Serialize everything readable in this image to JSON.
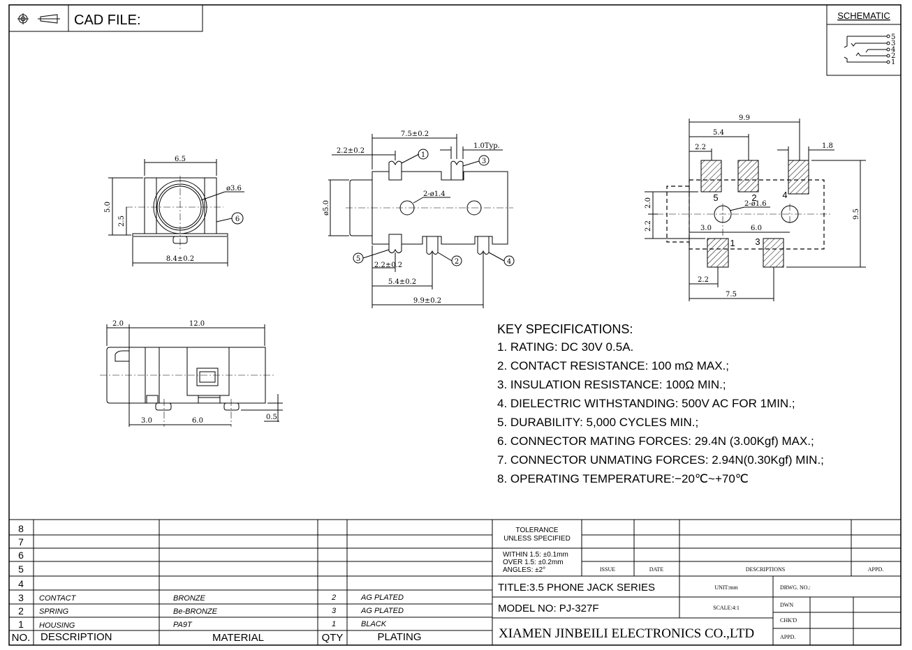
{
  "header": {
    "cad_file_label": "CAD FILE:",
    "schematic_label": "SCHEMATIC",
    "schematic_pins": [
      "5",
      "3",
      "4",
      "2",
      "1"
    ]
  },
  "front_view": {
    "width": "6.5",
    "height": "5.0",
    "center_height": "2.5",
    "bore": "ø3.6",
    "base_width": "8.4±0.2",
    "balloon": "6"
  },
  "side_view": {
    "dim_pin_span": "7.5±0.2",
    "dim_first_pin": "2.2±0.2",
    "dim_pin_width": "1.0Typ.",
    "dim_diameter": "ø5.0",
    "holes": "2-ø1.4",
    "dim_bottom_first": "2.2±0.2",
    "dim_bottom_mid": "5.4±0.2",
    "dim_bottom_total": "9.9±0.2",
    "balloons": [
      "1",
      "3",
      "5",
      "2",
      "4"
    ]
  },
  "footprint": {
    "dim_total": "9.9",
    "dim_mid": "5.4",
    "dim_first": "2.2",
    "dim_pad": "1.8",
    "dim_height": "9.5",
    "dim_upper": "2.0",
    "dim_lower": "2.2",
    "dim_hole_offset": "3.0",
    "dim_hole_pitch": "6.0",
    "holes": "2-ø1.6",
    "dim_bottom_first": "2.2",
    "dim_bottom_second": "7.5",
    "pad_labels": [
      "5",
      "2",
      "4",
      "1",
      "3"
    ]
  },
  "bottom_view": {
    "dim_nose": "2.0",
    "dim_length": "12.0",
    "dim_first": "3.0",
    "dim_pitch": "6.0",
    "dim_standoff": "0.5"
  },
  "specs": {
    "title": "KEY SPECIFICATIONS:",
    "items": [
      "1. RATING: DC 30V 0.5A.",
      "2. CONTACT RESISTANCE: 100 mΩ MAX.;",
      "3. INSULATION RESISTANCE: 100Ω MIN.;",
      "4. DIELECTRIC WITHSTANDING: 500V AC FOR 1MIN.;",
      "5. DURABILITY: 5,000 CYCLES MIN.;",
      "6. CONNECTOR MATING FORCES: 29.4N (3.00Kgf) MAX.;",
      "7. CONNECTOR UNMATING FORCES: 2.94N(0.30Kgf) MIN.;",
      "8. OPERATING TEMPERATURE:−20℃~+70℃"
    ]
  },
  "bom": {
    "headers": {
      "no": "NO.",
      "description": "DESCRIPTION",
      "material": "MATERIAL",
      "qty": "QTY",
      "plating": "PLATING"
    },
    "rows": [
      {
        "no": "8",
        "description": "",
        "material": "",
        "qty": "",
        "plating": ""
      },
      {
        "no": "7",
        "description": "",
        "material": "",
        "qty": "",
        "plating": ""
      },
      {
        "no": "6",
        "description": "",
        "material": "",
        "qty": "",
        "plating": ""
      },
      {
        "no": "5",
        "description": "",
        "material": "",
        "qty": "",
        "plating": ""
      },
      {
        "no": "4",
        "description": "",
        "material": "",
        "qty": "",
        "plating": ""
      },
      {
        "no": "3",
        "description": "CONTACT",
        "material": "BRONZE",
        "qty": "2",
        "plating": "AG PLATED"
      },
      {
        "no": "2",
        "description": "SPRING",
        "material": "Be-BRONZE",
        "qty": "3",
        "plating": "AG PLATED"
      },
      {
        "no": "1",
        "description": "HOUSING",
        "material": "PA9T",
        "qty": "1",
        "plating": "BLACK"
      }
    ]
  },
  "title_block": {
    "tolerance_1": "TOLERANCE",
    "tolerance_2": "UNLESS SPECIFIED",
    "tol_within": "WITHIN 1.5: ±0.1mm",
    "tol_over": "OVER 1.5:  ±0.2mm",
    "tol_angles": "ANGLES: ±2°",
    "issue": "ISSUE",
    "date": "DATE",
    "descriptions": "DESCRIPTIONS",
    "appd": "APPD.",
    "title": "TITLE:3.5 PHONE JACK SERIES",
    "unit": "UNIT:mm",
    "drwg_no": "DRWG. NO.:",
    "model": "MODEL NO: PJ-327F",
    "scale": "SCALE:4:1",
    "dwn": "DWN",
    "chkd": "CHK'D",
    "appd2": "APPD.",
    "company": "XIAMEN JINBEILI ELECTRONICS CO.,LTD"
  }
}
